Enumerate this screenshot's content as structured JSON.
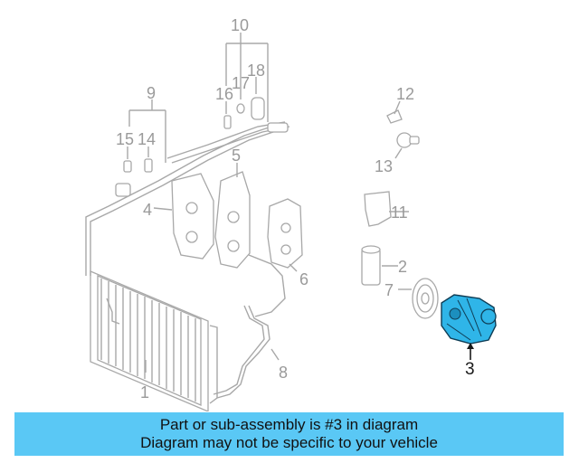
{
  "callouts": {
    "c1": "1",
    "c2": "2",
    "c3": "3",
    "c4": "4",
    "c5": "5",
    "c6": "6",
    "c7": "7",
    "c8": "8",
    "c9": "9",
    "c10": "10",
    "c11": "11",
    "c12": "12",
    "c13": "13",
    "c14": "14",
    "c15": "15",
    "c16": "16",
    "c17": "17",
    "c18": "18"
  },
  "highlight": {
    "part": "3",
    "color": "#2fb5e8"
  },
  "banner": {
    "line1": "Part or sub-assembly is #3 in diagram",
    "line2": "Diagram may not be specific to your vehicle",
    "background": "#5ac8f5"
  }
}
